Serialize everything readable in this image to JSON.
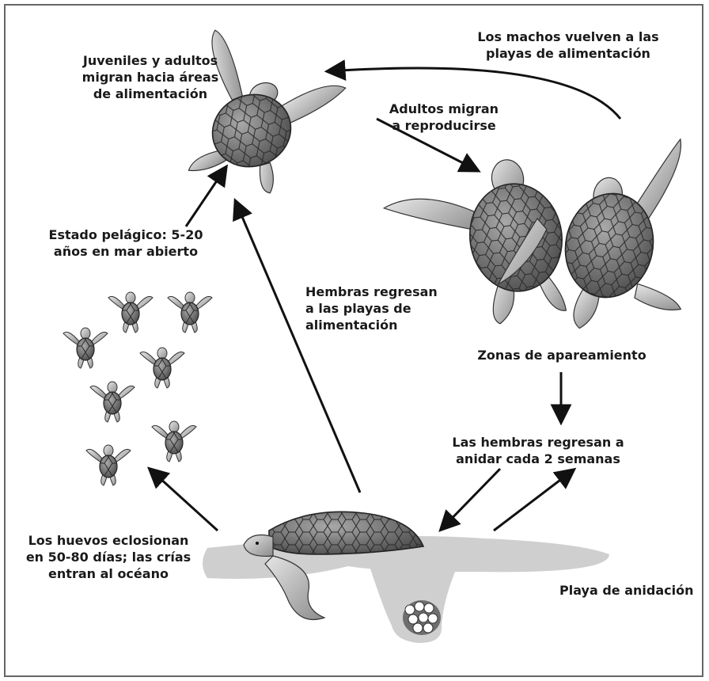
{
  "labels": {
    "juveniles": "Juveniles y adultos\nmigran hacia áreas\nde alimentación",
    "machos": "Los machos vuelven a las\nplayas de alimentación",
    "adultos": "Adultos migran\na reproducirse",
    "pelagico": "Estado pelágico: 5-20\naños en mar abierto",
    "hembras_alim": "Hembras regresan\na las playas de\nalimentación",
    "apareamiento": "Zonas de apareamiento",
    "anidar": "Las hembras regresan a\nanidar cada 2 semanas",
    "huevos": "Los huevos eclosionan\nen 50-80 días; las crías\nentran al océano",
    "playa": "Playa de anidación"
  },
  "colors": {
    "text": "#1a1a1a",
    "arrow": "#111111",
    "shell": "#7a7a7a",
    "flipper": "#b9b9b9",
    "sand": "#cfcfcf"
  }
}
